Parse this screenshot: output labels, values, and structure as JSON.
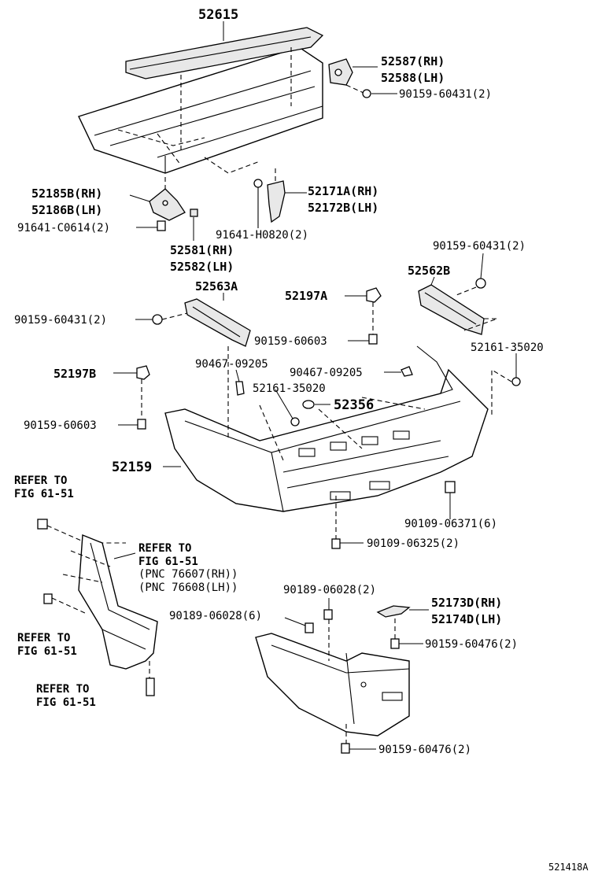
{
  "diagram_id": "521418A",
  "labels": {
    "p52615": "52615",
    "p52587": "52587(RH)",
    "p52588": "52588(LH)",
    "b9015960431a": "90159-60431(2)",
    "p52185B": "52185B(RH)",
    "p52186B": "52186B(LH)",
    "b91641C0614": "91641-C0614(2)",
    "p52171A": "52171A(RH)",
    "p52172B": "52172B(LH)",
    "b91641H0820": "91641-H0820(2)",
    "p52581": "52581(RH)",
    "p52582": "52582(LH)",
    "b9015960431b": "90159-60431(2)",
    "p52562B": "52562B",
    "p52563A": "52563A",
    "p52197Aa": "52197A",
    "b9015960431c": "90159-60431(2)",
    "b9015960603a": "90159-60603",
    "p5216135020a": "52161-35020",
    "b9046709205a": "90467-09205",
    "b9046709205b": "90467-09205",
    "p52197B": "52197B",
    "p5216135020b": "52161-35020",
    "p52356": "52356",
    "b9015960603b": "90159-60603",
    "p52159": "52159",
    "refer1a": "REFER TO",
    "refer1b": "FIG 61-51",
    "b9010906371": "90109-06371(6)",
    "b9010906325": "90109-06325(2)",
    "refer2a": "REFER TO",
    "refer2b": "FIG 61-51",
    "pnc1": "(PNC 76607(RH))",
    "pnc2": "(PNC 76608(LH))",
    "b9018906028a": "90189-06028(2)",
    "p52173D": "52173D(RH)",
    "p52174D": "52174D(LH)",
    "b9018906028b": "90189-06028(6)",
    "b9015960476a": "90159-60476(2)",
    "refer3a": "REFER TO",
    "refer3b": "FIG 61-51",
    "refer4a": "REFER TO",
    "refer4b": "FIG 61-51",
    "b9015960476b": "90159-60476(2)"
  }
}
